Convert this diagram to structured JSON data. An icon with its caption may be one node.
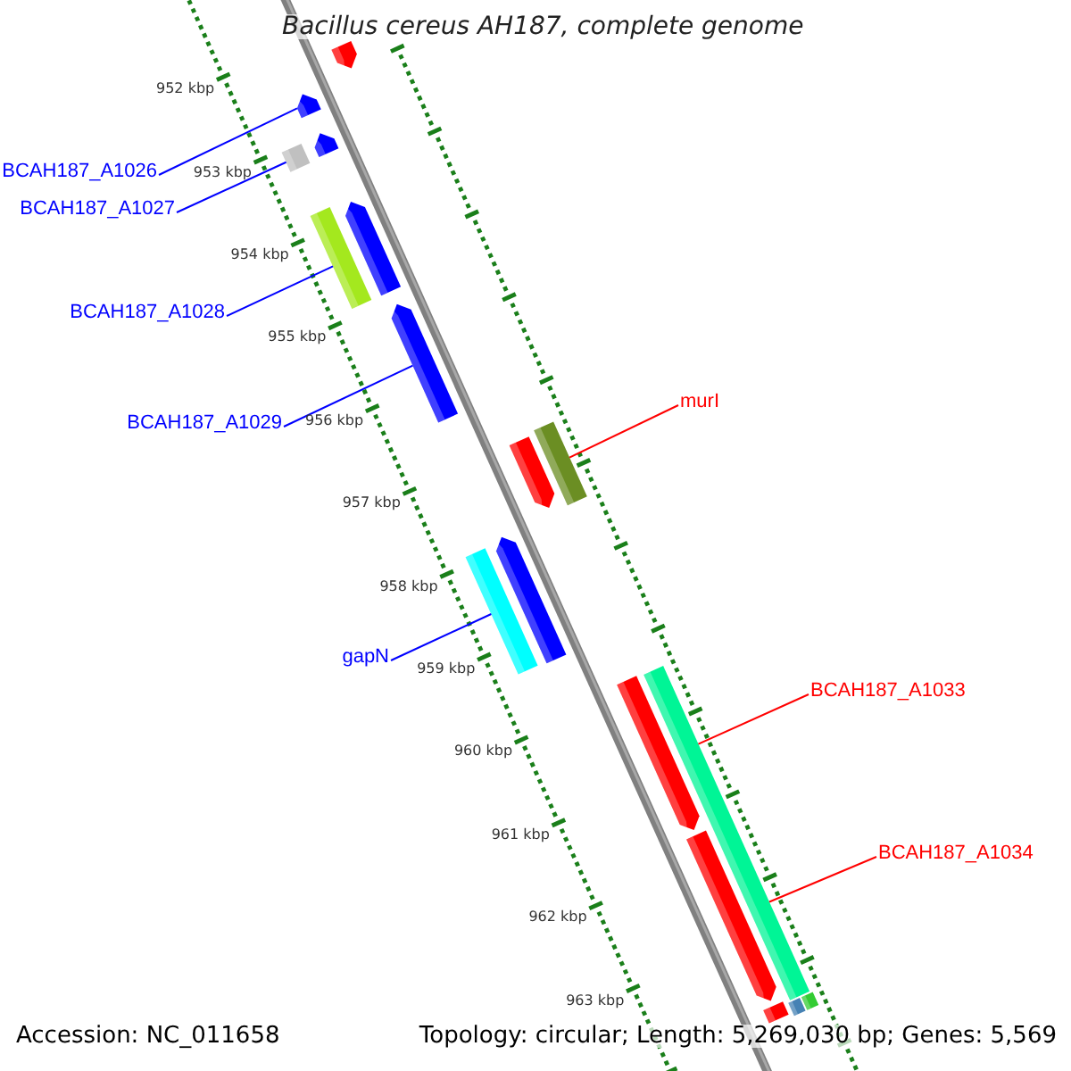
{
  "diagram": {
    "title": "Bacillus cereus AH187, complete genome",
    "nodes": [
      {
        "text": [
          "BCAH187_A1026"
        ]
      },
      {
        "text": [
          "BCAH187_A1027"
        ]
      },
      {
        "text": [
          "BCAH187_A1028"
        ]
      },
      {
        "text": [
          "BCAH187_A1029"
        ]
      },
      {
        "text": [
          "gapN"
        ]
      },
      {
        "text": [
          "murI"
        ]
      },
      {
        "text": [
          "BCAH187_A1033"
        ]
      },
      {
        "text": [
          "BCAH187_A1034"
        ]
      },
      {
        "text": [],
        "shape": "bar"
      },
      {
        "text": [],
        "shape": "bar"
      },
      {
        "text": [],
        "shape": "bar"
      },
      {
        "text": [],
        "shape": "bar"
      },
      {
        "text": [],
        "shape": "bar"
      },
      {
        "text": [],
        "shape": "bar"
      },
      {
        "text": [],
        "shape": "bar"
      },
      {
        "text": [],
        "shape": "bar"
      },
      {
        "text": [],
        "shape": "bar"
      },
      {
        "text": [],
        "shape": "bar"
      },
      {
        "text": [],
        "shape": "bar"
      },
      {
        "text": [],
        "shape": "bar"
      },
      {
        "text": [],
        "shape": "bar"
      },
      {
        "text": [],
        "shape": "bar"
      },
      {
        "text": [],
        "shape": "bar"
      },
      {
        "text": [],
        "shape": "bar"
      },
      {
        "text": [],
        "shape": "bar"
      }
    ],
    "edges": [
      {
        "from": 0,
        "to": 9,
        "arrow": "none"
      },
      {
        "from": 1,
        "to": 11,
        "arrow": "none"
      },
      {
        "from": 2,
        "to": 12,
        "arrow": "none"
      },
      {
        "from": 3,
        "to": 14,
        "arrow": "none"
      },
      {
        "from": 4,
        "to": 17,
        "arrow": "none"
      },
      {
        "from": 5,
        "to": 16,
        "arrow": "none",
        "color": "#ff0000"
      },
      {
        "from": 6,
        "to": 21,
        "arrow": "none",
        "color": "#ff0000"
      },
      {
        "from": 7,
        "to": 21,
        "arrow": "none",
        "color": "#ff0000"
      }
    ],
    "labels": [
      "952 kbp",
      "953 kbp",
      "954 kbp",
      "955 kbp",
      "956 kbp",
      "957 kbp",
      "958 kbp",
      "959 kbp",
      "960 kbp",
      "961 kbp",
      "962 kbp",
      "963 kbp",
      "Accession: NC_011658",
      "Topology: circular; Length: 5,269,030 bp; Genes: 5,569"
    ]
  }
}
